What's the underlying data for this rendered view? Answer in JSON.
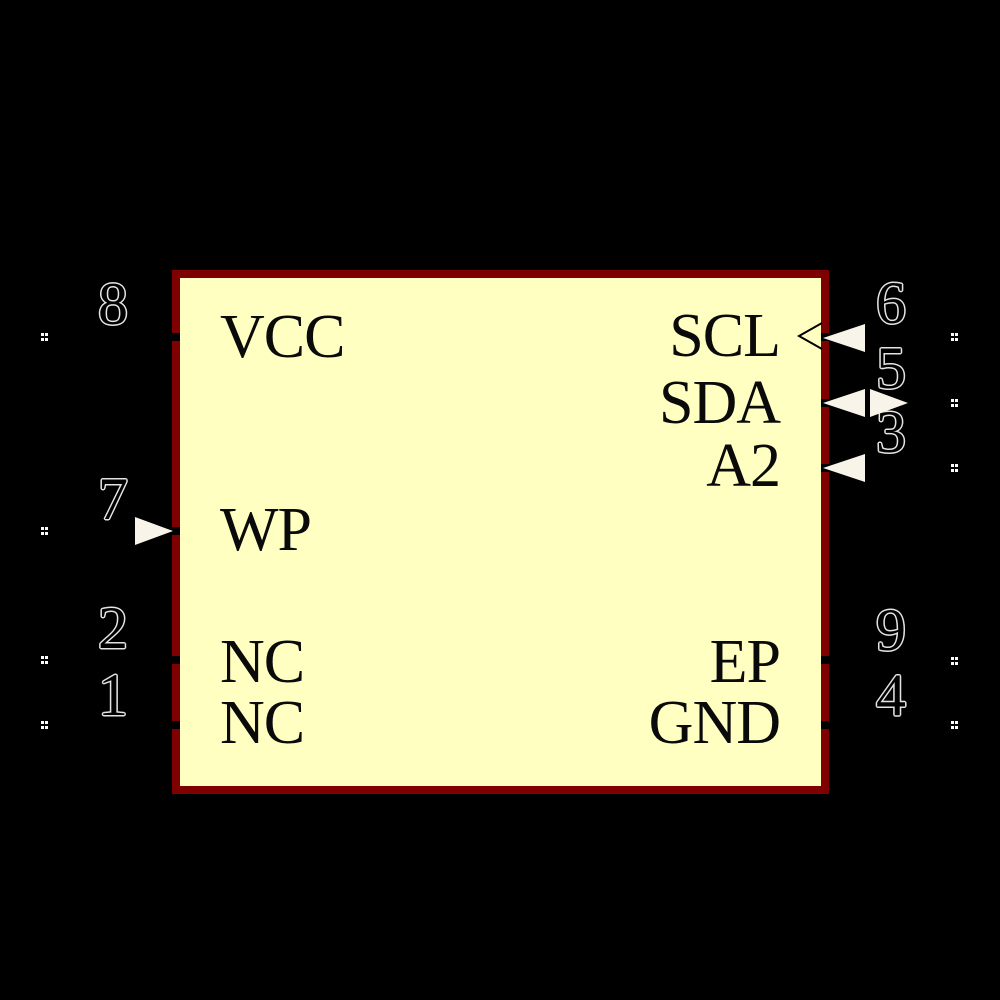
{
  "colors": {
    "background": "#000000",
    "body_fill": "#FFFFC2",
    "body_outline": "#7E0000",
    "pin_name": "#0A0A0A",
    "pin_number_outline": "#E4E4E4",
    "arrow": "#F8F4EA",
    "pin_end": "#FCFCFC"
  },
  "pins": {
    "left": [
      {
        "number": "8",
        "name": "VCC",
        "decoration": "none"
      },
      {
        "number": "7",
        "name": "WP",
        "decoration": "input-arrow"
      },
      {
        "number": "2",
        "name": "NC",
        "decoration": "none"
      },
      {
        "number": "1",
        "name": "NC",
        "decoration": "none"
      }
    ],
    "right": [
      {
        "number": "6",
        "name": "SCL",
        "decoration": "input-arrow-with-clock"
      },
      {
        "number": "5",
        "name": "SDA",
        "decoration": "bidirectional-arrow"
      },
      {
        "number": "3",
        "name": "A2",
        "decoration": "input-arrow"
      },
      {
        "number": "9",
        "name": "EP",
        "decoration": "none"
      },
      {
        "number": "4",
        "name": "GND",
        "decoration": "none"
      }
    ]
  }
}
